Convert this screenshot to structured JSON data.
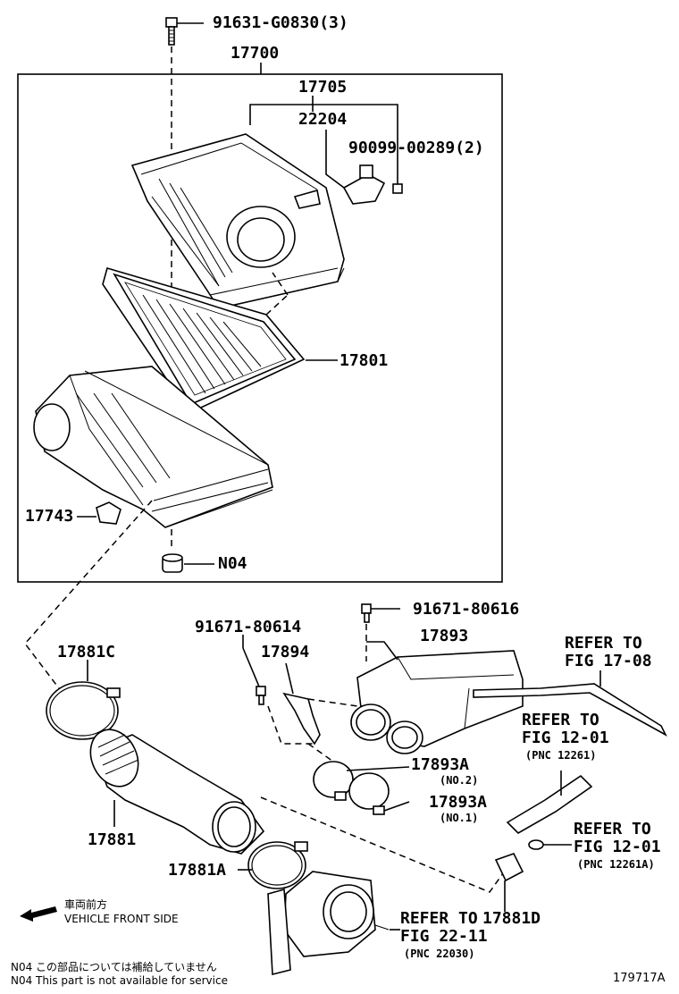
{
  "diagram": {
    "labels": {
      "bolt_top": "91631-G0830(3)",
      "assembly": "17700",
      "cap": "17705",
      "sensor": "22204",
      "sensor_screw": "90099-00289(2)",
      "element": "17801",
      "bracket": "17743",
      "n04": "N04",
      "clamp_c": "17881C",
      "screw_a": "91671-80614",
      "screw_b": "91671-80616",
      "resonator": "17893",
      "stay": "17894",
      "clamp_893a_1": "17893A",
      "clamp_893a_2": "17893A",
      "hose": "17881",
      "clamp_a": "17881A",
      "clamp_d": "17881D",
      "code": "179717A"
    },
    "sublabels": {
      "no2": "(NO.2)",
      "no1": "(NO.1)"
    },
    "refs": [
      {
        "line1": "REFER TO",
        "line2": "FIG 17-08",
        "pnc": ""
      },
      {
        "line1": "REFER TO",
        "line2": "FIG 12-01",
        "pnc": "(PNC 12261)"
      },
      {
        "line1": "REFER TO",
        "line2": "FIG 12-01",
        "pnc": "(PNC 12261A)"
      },
      {
        "line1": "REFER TO",
        "line2": "FIG 22-11",
        "pnc": "(PNC 22030)"
      }
    ],
    "front": {
      "jp": "車両前方",
      "en": "VEHICLE FRONT SIDE"
    },
    "notes": {
      "jp": "N04 この部品については補給していません",
      "en": "N04 This part is not available for service"
    }
  }
}
